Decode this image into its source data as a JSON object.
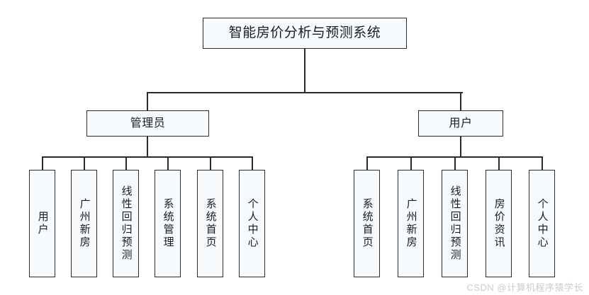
{
  "diagram": {
    "type": "organization-tree",
    "title": "智能房价分析与预测系统",
    "root": {
      "label": "智能房价分析与预测系统"
    },
    "branches": [
      {
        "id": "admin",
        "label": "管理员",
        "leaves": [
          {
            "label": "用户"
          },
          {
            "label": "广州新房"
          },
          {
            "label": "线性回归预测"
          },
          {
            "label": "系统管理"
          },
          {
            "label": "系统首页"
          },
          {
            "label": "个人中心"
          }
        ]
      },
      {
        "id": "user",
        "label": "用户",
        "leaves": [
          {
            "label": "系统首页"
          },
          {
            "label": "广州新房"
          },
          {
            "label": "线性回归预测"
          },
          {
            "label": "房价资讯"
          },
          {
            "label": "个人中心"
          }
        ]
      }
    ],
    "watermark": "CSDN @计算机程序猿学长",
    "colors": {
      "background": "#ffffff",
      "box_fill": "#f7fafd",
      "box_border": "#2b2b2b",
      "text": "#1b1b1b",
      "line": "#2b2b2b",
      "watermark": "#c9ccd1"
    }
  }
}
